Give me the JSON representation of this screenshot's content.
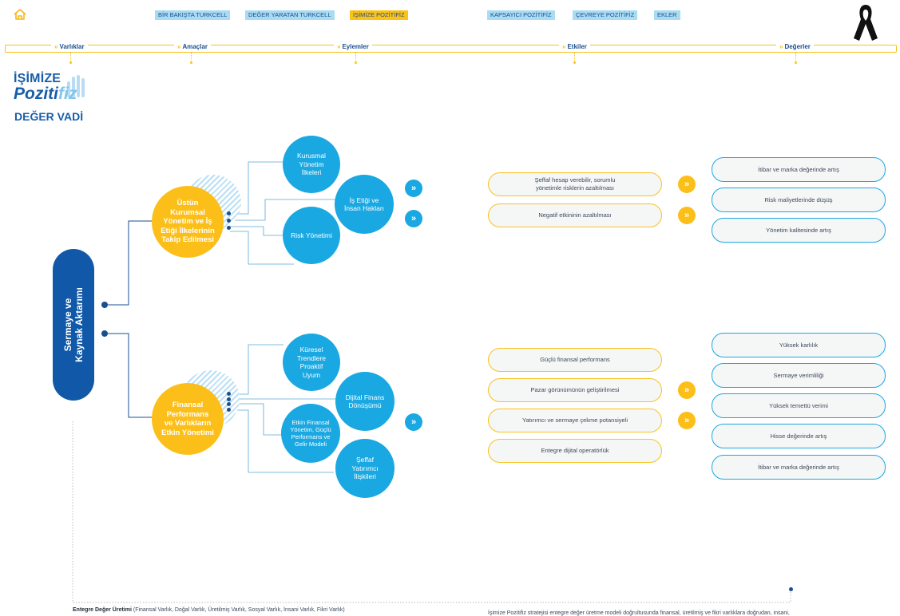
{
  "nav": {
    "tabs": [
      {
        "label": "BİR BAKIŞTA TURKCELL"
      },
      {
        "label": "DEĞER YARATAN TURKCELL"
      },
      {
        "label": "İŞİMİZE POZİTİFİZ"
      },
      {
        "label": "KAPSAYICI POZİTİFİZ"
      },
      {
        "label": "ÇEVREYE POZİTİFİZ"
      },
      {
        "label": "EKLER"
      }
    ],
    "active_color": "#fcc218",
    "inactive_color": "#a9dcf3"
  },
  "timeline": {
    "stages": [
      "Varlıklar",
      "Amaçlar",
      "Eylemler",
      "Etkiler",
      "Değerler"
    ]
  },
  "logo": {
    "line1": "İŞİMİZE",
    "line2a": "Poziti",
    "line2b": "fiz",
    "line3": "DEĞER VADİ"
  },
  "capital": {
    "label": "Sermaye ve\nKaynak Aktarımı"
  },
  "group1": {
    "main": "Üstün\nKurumsal\nYönetim ve İş\nEtiği İlkelerinin\nTakip Edilmesi",
    "sub": [
      "Kurusmal\nYönetim\nİlkeleri",
      "İş Etiği ve\nİnsan Hakları",
      "Risk Yönetimi"
    ],
    "effects": [
      "Şeffaf hesap verebilir, sorumlu\nyönetimle risklerin azaltılması",
      "Negatif etkininin azaltılması"
    ],
    "values": [
      "İtibar ve marka değerinde artış",
      "Risk maliyetlerinde düşüş",
      "Yönetim kalitesinde artış"
    ]
  },
  "group2": {
    "main": "Finansal\nPerformans\nve Varlıkların\nEtkin Yönetimi",
    "sub": [
      "Küresel\nTrendlere\nProaktif\nUyum",
      "Dijital Finans\nDönüşümü",
      "Etkin Finansal\nYönetim, Güçlü\nPerformans ve\nGelir Modeli",
      "Şeffaf\nYatırımcı\nİlişkileri"
    ],
    "effects": [
      "Güçlü finansal performans",
      "Pazar görünümünün geliştirilmesi",
      "Yatırımcı ve sermaye çekme potansiyeli",
      "Entegre dijital operatörlük"
    ],
    "values": [
      "Yüksek karlılık",
      "Sermaye verimliliği",
      "Yüksek temettü verimi",
      "Hisse değerinde artış",
      "İtibar ve marka değerinde artış"
    ]
  },
  "arrow_glyph": "»",
  "footer": {
    "left_bold": "Entegre Değer Üretimi",
    "left_rest": " (Finansal Varlık, Doğal Varlık, Üretilmiş Varlık, Sosyal Varlık, İnsani Varlık, Fikri Varlık)",
    "right": "İşimize Pozitifiz stratejisi entegre değer üretme modeli doğrultusunda finansal, üretilmiş ve fikri varlıklara doğrudan, insani,"
  },
  "colors": {
    "brand_blue": "#1159a8",
    "light_blue": "#1aa8e2",
    "yellow": "#fcbf1a"
  }
}
